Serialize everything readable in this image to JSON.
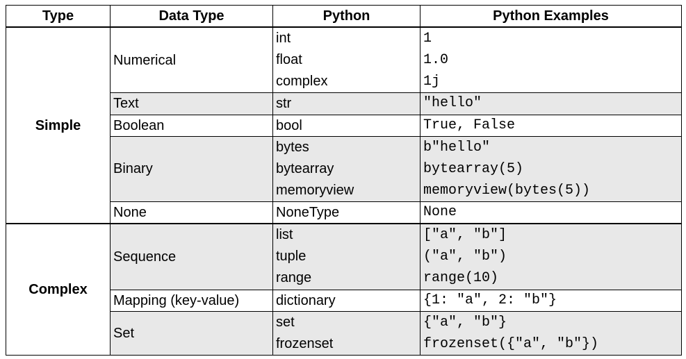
{
  "headers": [
    "Type",
    "Data Type",
    "Python",
    "Python Examples"
  ],
  "groups": [
    {
      "type": "Simple",
      "rows": [
        {
          "data_type": "Numerical",
          "python": [
            "int",
            "float",
            "complex"
          ],
          "examples": [
            "1",
            "1.0",
            "1j"
          ],
          "shaded": false
        },
        {
          "data_type": "Text",
          "python": [
            "str"
          ],
          "examples": [
            "\"hello\""
          ],
          "shaded": true
        },
        {
          "data_type": "Boolean",
          "python": [
            "bool"
          ],
          "examples": [
            "True, False"
          ],
          "shaded": false
        },
        {
          "data_type": "Binary",
          "python": [
            "bytes",
            "bytearray",
            "memoryview"
          ],
          "examples": [
            "b\"hello\"",
            "bytearray(5)",
            "memoryview(bytes(5))"
          ],
          "shaded": true
        },
        {
          "data_type": "None",
          "python": [
            "NoneType"
          ],
          "examples": [
            "None"
          ],
          "shaded": false
        }
      ]
    },
    {
      "type": "Complex",
      "rows": [
        {
          "data_type": "Sequence",
          "python": [
            "list",
            "tuple",
            "range"
          ],
          "examples": [
            "[\"a\", \"b\"]",
            "(\"a\", \"b\")",
            "range(10)"
          ],
          "shaded": true
        },
        {
          "data_type": "Mapping (key-value)",
          "python": [
            "dictionary"
          ],
          "examples": [
            "{1: \"a\", 2: \"b\"}"
          ],
          "shaded": false
        },
        {
          "data_type": "Set",
          "python": [
            "set",
            "frozenset"
          ],
          "examples": [
            "{\"a\", \"b\"}",
            "frozenset({\"a\", \"b\"})"
          ],
          "shaded": true
        }
      ]
    }
  ],
  "colors": {
    "shaded_row": "#e8e8e8",
    "border": "#000000",
    "background": "#ffffff"
  }
}
